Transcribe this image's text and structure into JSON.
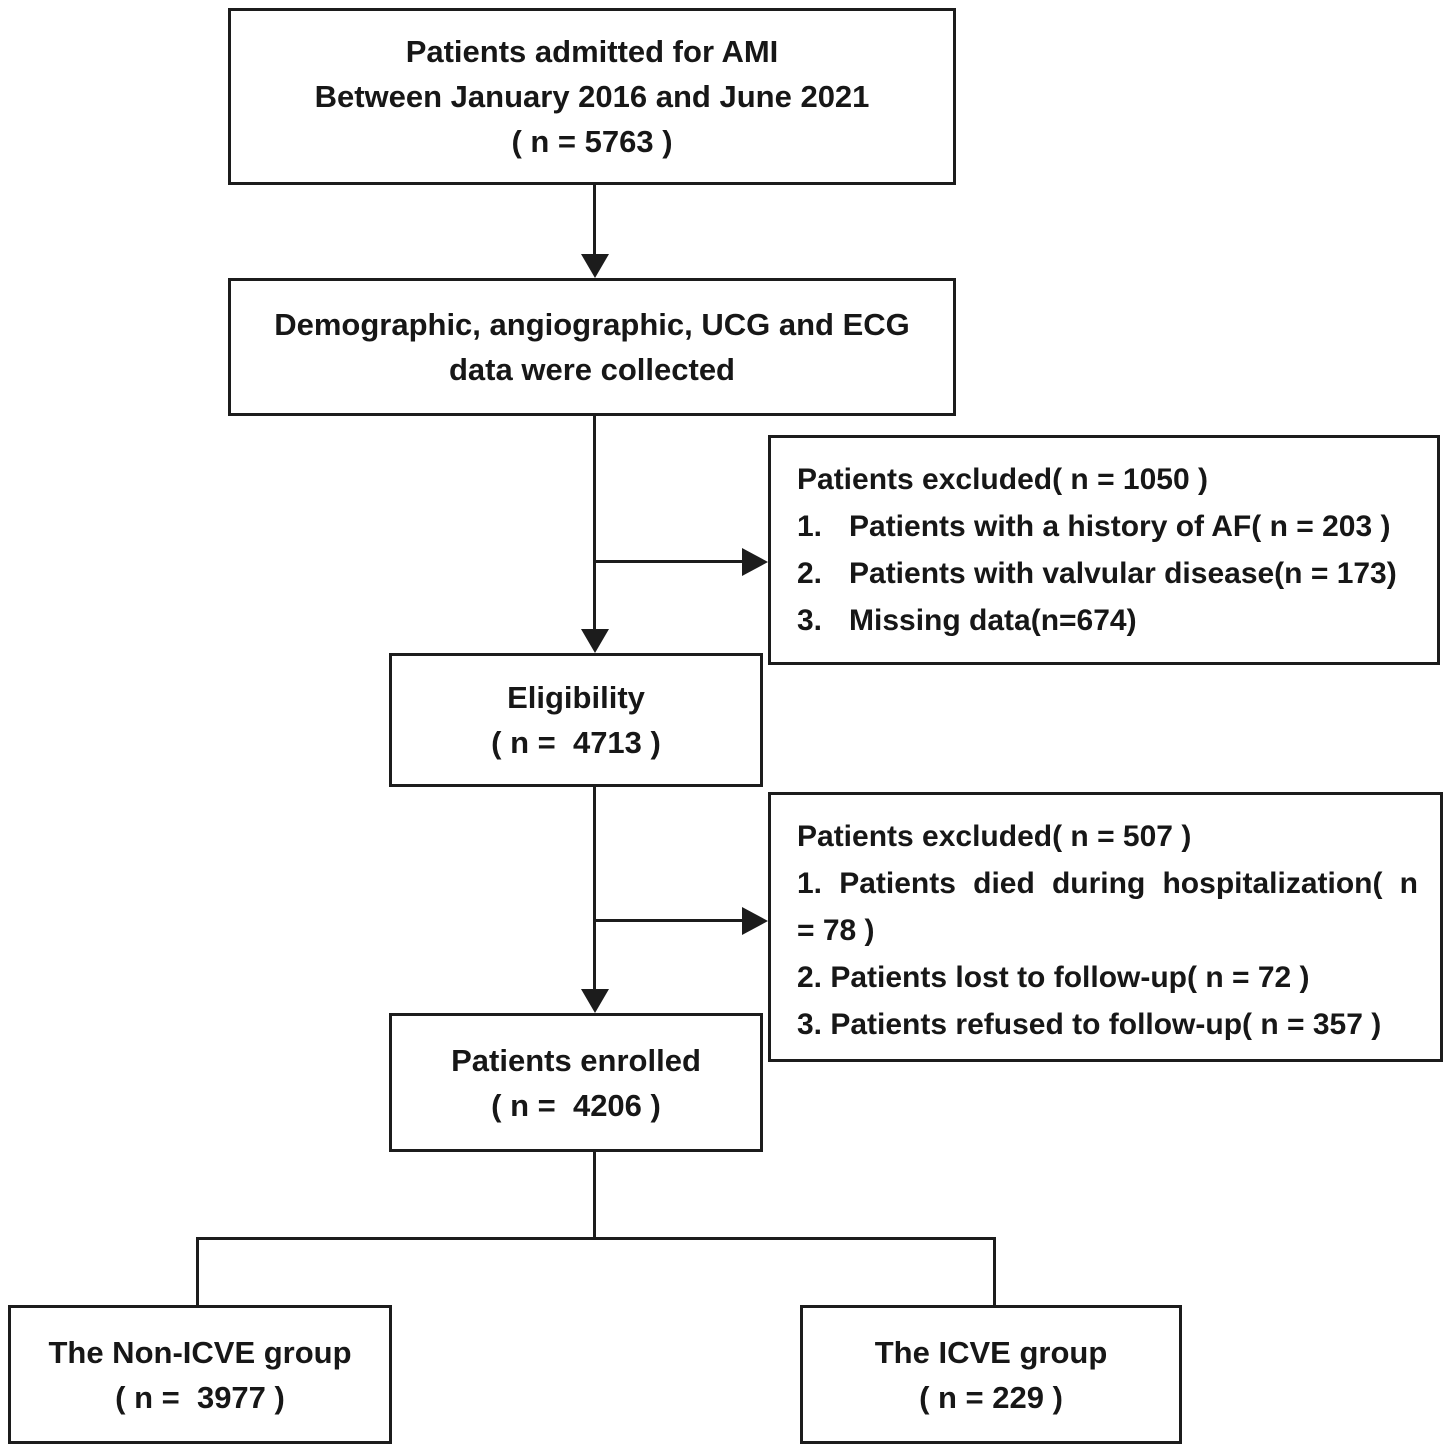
{
  "colors": {
    "line": "#1c1c1c",
    "background": "#ffffff",
    "text": "#171717"
  },
  "boxes": {
    "admitted": {
      "lines": [
        "Patients admitted for AMI",
        "Between January 2016 and June 2021",
        "( n = 5763 )"
      ]
    },
    "collected": {
      "lines": [
        "Demographic, angiographic, UCG and ECG",
        "data were collected"
      ]
    },
    "excluded_first": {
      "title": "Patients excluded( n = 1050 )",
      "items": [
        {
          "num": "1.",
          "text": "Patients with a history of AF( n = 203 )"
        },
        {
          "num": "2.",
          "text": "Patients with valvular disease(n = 173)"
        },
        {
          "num": "3.",
          "text": "Missing data(n=674)"
        }
      ]
    },
    "eligibility": {
      "lines": [
        "Eligibility",
        "( n =  4713 )"
      ]
    },
    "excluded_second": {
      "title": "Patients excluded( n = 507 )",
      "lines": [
        "1. Patients died during hospitalization( n",
        "= 78 )",
        "2. Patients lost to follow-up( n = 72 )",
        "3. Patients refused to follow-up( n = 357 )"
      ]
    },
    "enrolled": {
      "lines": [
        "Patients enrolled",
        "( n =  4206 )"
      ]
    },
    "non_icve": {
      "lines": [
        "The Non-ICVE group",
        "( n =  3977 )"
      ]
    },
    "icve": {
      "lines": [
        "The ICVE group",
        "( n = 229 )"
      ]
    }
  }
}
